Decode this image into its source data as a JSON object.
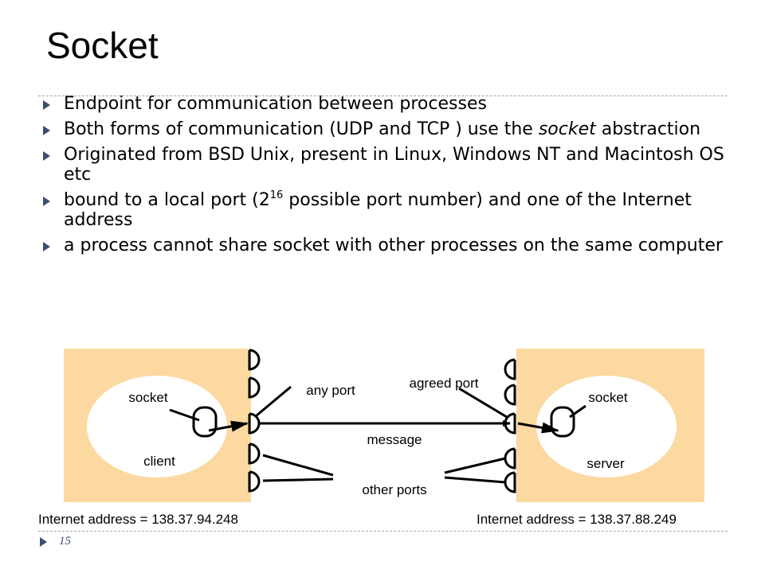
{
  "slide": {
    "title": "Socket",
    "page_number": "15"
  },
  "bullets": [
    {
      "text": "Endpoint for communication between processes"
    },
    {
      "pre": "Both forms of communication (UDP and TCP ) use the ",
      "em": "socket",
      "post": " abstraction"
    },
    {
      "text": "Originated from BSD Unix, present in Linux, Windows NT and Macintosh OS etc"
    },
    {
      "pre": "bound to a local port (2",
      "sup": "16",
      "post": " possible port number) and one of the Internet address"
    },
    {
      "text": "a process cannot share socket with other processes on the same computer"
    }
  ],
  "diagram": {
    "client_socket_label": "socket",
    "client_label": "client",
    "server_socket_label": "socket",
    "server_label": "server",
    "any_port_label": "any port",
    "agreed_port_label": "agreed port",
    "message_label": "message",
    "other_ports_label": "other ports",
    "client_address": "Internet address = 138.37.94.248",
    "server_address": "Internet address = 138.37.88.249",
    "host_fill_color": "#fbd9a1"
  }
}
